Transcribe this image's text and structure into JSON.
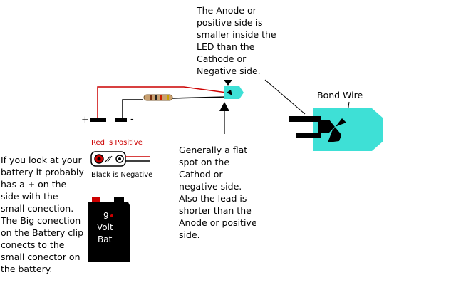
{
  "anode_note": "The Anode or\npositive side is\nsmaller inside the\nLED than the\nCathode or\nNegative side.",
  "flat_spot_note": "Generally a flat\nspot on the\nCathod or\nnegative side.\nAlso the lead is\nshorter than the\nAnode or positive\nside.",
  "battery_note": "If you look at your\nbattery it probably\nhas a + on the\nside with the\nsmall conection.\nThe Big conection\non the Battery clip\nconects to the\nsmall conector on\nthe battery.",
  "bond_wire_label": "Bond Wire",
  "red_label": "Red is Positive",
  "black_label": "Black is Negative",
  "plus_sign": "+",
  "minus_sign": "-",
  "battery_line1": "9",
  "battery_line2": "Volt",
  "battery_line3": "Bat",
  "colors": {
    "led": "#3ee0d6",
    "red_wire": "#cc0000",
    "resistor": "#c8a070",
    "battery": "#000000"
  }
}
